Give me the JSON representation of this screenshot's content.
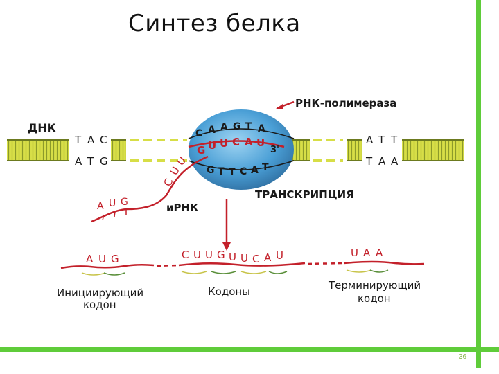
{
  "slide": {
    "title": "Синтез белка",
    "page_number": "36",
    "accent_color": "#5fcc3a"
  },
  "diagram": {
    "dna_label": "ДНК",
    "polymerase_label": "РНК-полимераза",
    "transcription_label": "ТРАНСКРИПЦИЯ",
    "mrna_label": "иРНК",
    "three_prime": "3'",
    "left_top_bases": [
      "T",
      "A",
      "C"
    ],
    "left_bottom_bases": [
      "A",
      "T",
      "G"
    ],
    "right_top_bases": [
      "A",
      "T",
      "T"
    ],
    "right_bottom_bases": [
      "T",
      "A",
      "A"
    ],
    "bubble_top_bases": [
      "C",
      "A",
      "A",
      "G",
      "T",
      "A"
    ],
    "bubble_rna_bases": [
      "G",
      "U",
      "U",
      "C",
      "A",
      "U"
    ],
    "bubble_bottom_bases": [
      "G",
      "T",
      "T",
      "C",
      "A",
      "T"
    ],
    "tail_bases": [
      "C",
      "U",
      "U"
    ],
    "start_codon_tail": [
      "A",
      "U",
      "G"
    ],
    "codon_start": [
      "A",
      "U",
      "G"
    ],
    "codon_middle": [
      "C",
      "U",
      "U",
      "G",
      "U",
      "U",
      "C",
      "A",
      "U"
    ],
    "codon_stop": [
      "U",
      "A",
      "A"
    ],
    "label_initiating_line1": "Инициирующий",
    "label_initiating_line2": "кодон",
    "label_codons": "Кодоны",
    "label_terminating_line1": "Терминирующий",
    "label_terminating_line2": "кодон",
    "colors": {
      "dna": "#d7de47",
      "dna_stroke": "#6c7a1f",
      "rna": "#c3202a",
      "bubble": "#4a9fd6",
      "bubble_edge": "#2f6ea0"
    }
  }
}
